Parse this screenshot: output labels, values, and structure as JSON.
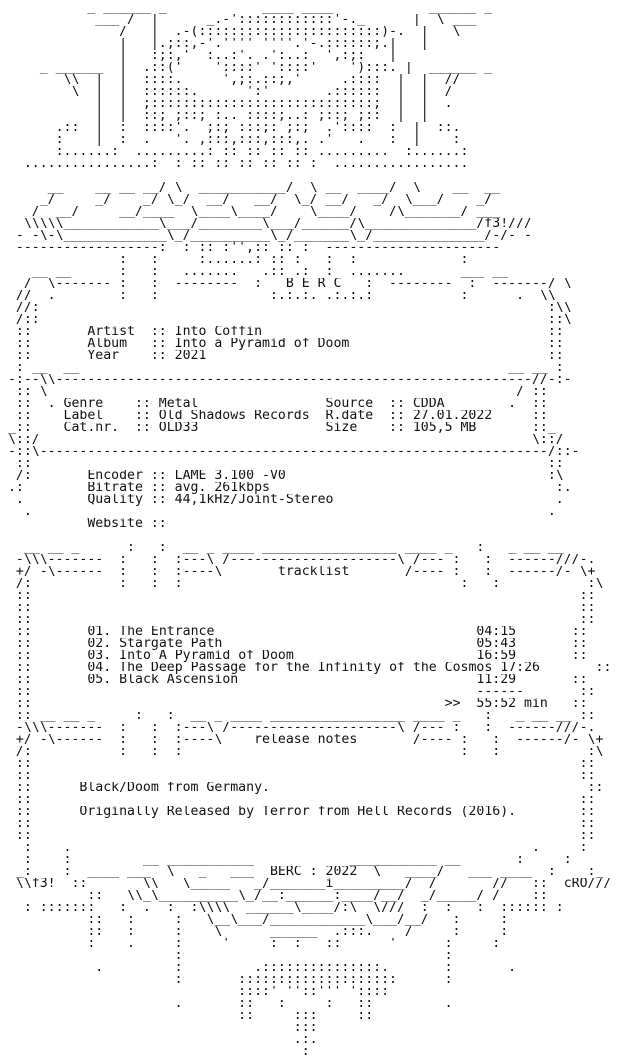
{
  "art_lines": [
    "           _ ______ _            ____ ____            ______ _",
    "            ___ /  |      _.-'::::::::::::'-._      |  \\ ___",
    "               /   |  .-(:::::::::::::::::::::::)-.  |   \\",
    "               |   |.;::,-'.'''' ''''.'-.::::::;.|   |",
    "               |   :;:,'  :..:'. .':..:  ',:;:   |",
    "     _ ______  |  .::('    '::::' '::::'    '):::. |  ______ _",
    "        \\\\  |  |  ::::.     ',;:.::;,'     .::::  |  |  //",
    "         \\  |  |  ::::::.      ':'       .::::::  |  |  /",
    "            |  |  ;::::::::::::::::::::::::::::;  |  |  .",
    "            |  |  ::; ;::; :.. ::::;..: ;::; ;::  |  |",
    "       .::  |  :  ::::'.  ;:; :::;: ;:;  .'::::  :  |  ::.",
    "       :    |  :  .   '. ,:::,:::,:::,. .'   .   :  |    :",
    "       :......:  .........: :: :: :: :: .........  :......:",
    "   ................:  : :: :: :: :: :: :  .................",
    "",
    "      __    __ __ __/ \\  ___________/  \\ __  ____/  \\    __  __",
    "     _/     _/    _/ \\_/  __/   __/  \\_/ __/   _/  \\___/    _/",
    "    /  __/     __/____  \\____\\____/    \\____/    /\\_______/ ___",
    "   \\\\\\\\\\____________\\___/________\\___/______/\\______________/f3!///",
    "  - -\\-\\_____________\\_/__________\\_/_______\\_/______________/-/- -",
    "  ------------------:  : :: :'',:: :: :  ----------------------",
    "               :   :     :......: :: :   :  :             :",
    "    __ __      :   :   .......   .:: .:  :  .......       ___ __",
    "   /  \\------- :   :  --------  :   B E R C   :  --------  :  -------/ \\",
    "  //  .        :   :              :.:.:. .:.:.:           :      .  \\\\",
    "  //:                                                                :\\\\",
    "  /::                                                                ::\\",
    "  ::       Artist  :: Into Coffin                                    ::",
    "  ::       Album   :: Into a Pyramid of Doom                         ::",
    "  ::       Year    :: 2021                                           ::",
    "  : __  __                                                      __ __ :",
    " -:--\\\\------------------------------------------------------------//-:-",
    "  :: \\                                                           / ::",
    "  ::  . Genre    :: Metal                Source  :: CDDA        .  ::",
    "  ::    Label    :: Old Shadows Records  R.date  :: 27.01.2022     ::",
    " _::    Cat.nr.  :: OLD33                Size    :: 105,5 MB       ::_",
    " \\::/                                                              \\::/",
    " -::\\----------------------------------------------------------------/::-",
    "  ::                                                                 ::",
    "  /:       Encoder :: LAME 3.100 -V0                                 :\\",
    " .:        Bitrate :: avg. 261kbps                                    :.",
    "  .        Quality :: 44,1kHz/Joint-Stereo                            .",
    "   .                                                                 .",
    "           Website ::",
    "",
    "   __ __ _      :   :  __ _ ____ _________________ ____ _   :   _ __ __",
    "  -\\\\\\-------  :   :  :---\\ /---------------------\\ /--- :   :  ------///-.",
    "  +/ -\\------  :   :  :----\\       tracklist       /---- :   :  ------/- \\+",
    "  /:           :   :  :                                   :   :           :\\",
    "  ::                                                                     ::",
    "  ::                                                                     ::",
    "  ::                                                                     ::",
    "  ::                                                                     ::",
    "  ::                                                                     ::",
    "  ::                                                                     ::",
    "  ::                                                                     ::",
    "  ::                                                                     ::",
    "  ::                                                                     ::",
    "  ::                                                                     ::",
    "  :: __ __ _     :   :  __ _ ____ _________________ ____ _   :   _ __ __ ::",
    "  -\\\\\\-------  :   :  :---\\ /---------------------\\ /--- :   :  ------///-.",
    "  +/ -\\------  :   :  :----\\    release notes       /---- :   :  ------/- \\+",
    "  /:           :   :  :                                   :   :           :\\",
    "  ::                                                                     ::",
    "  ::                                                                     ::",
    "  ::      Black/Doom from Germany.                                        ::",
    "  ::                                                                     ::",
    "  ::      Originally Released by Terror from Hell Records (2016).        ::",
    "  ::                                                                     ::",
    "  ::                                                                     ::",
    "   :    .                                                          .     :",
    "   :    :         __ ___________            ___________ __       :     :",
    "  _:    :  ____ ___  \\   _   ___  BERC : 2022  \\   ____/   ___ ____  :    :_",
    "  \\\\f3!  ::       \\\\   \\_____   _/_______i_________/  /       //   ::  cRO///",
    "           ::   \\\\_\\__________\\_/__:______:____/__/  _/_____/ /    ::",
    "   : :::::::   :  .  :  :\\\\\\\\  ______\\____/:\\  \\///  :  :   :  :::::: :",
    "           ::   :     :   \\__\\___/____________\\___/__/   :     :",
    "           ::   :     :    \\      ______  .:::.    /     :     :",
    "           :    .     :     '     :  :   ::      '      :     :",
    "                      :                                 :",
    "            .         :         .:::::::::::::::.       :       .",
    "                      :       ::::::::::::::::::::      :",
    "                              ::::' ''::''' '::::",
    "                      .       ::   :     :   ::         .",
    "                              ::     :::     ::",
    "                                     :::",
    "                                     .:.",
    "                                      :"
  ],
  "header": {
    "berc": "B E R C"
  },
  "release": {
    "artist_label": "Artist",
    "artist": "Into Coffin",
    "album_label": "Album",
    "album": "Into a Pyramid of Doom",
    "year_label": "Year",
    "year": "2021",
    "genre_label": "Genre",
    "genre": "Metal",
    "label_label": "Label",
    "label": "Old Shadows Records",
    "catnr_label": "Cat.nr.",
    "catnr": "OLD33",
    "source_label": "Source",
    "source": "CDDA",
    "rdate_label": "R.date",
    "rdate": "27.01.2022",
    "size_label": "Size",
    "size": "105,5 MB",
    "encoder_label": "Encoder",
    "encoder": "LAME 3.100 -V0",
    "bitrate_label": "Bitrate",
    "bitrate": "avg. 261kbps",
    "quality_label": "Quality",
    "quality": "44,1kHz/Joint-Stereo",
    "website_label": "Website"
  },
  "tracklist": {
    "title": "tracklist",
    "tracks": [
      {
        "no": "01.",
        "title": "The Entrance",
        "time": "04:15"
      },
      {
        "no": "02.",
        "title": "Stargate Path",
        "time": "05:43"
      },
      {
        "no": "03.",
        "title": "Into A Pyramid of Doom",
        "time": "16:59"
      },
      {
        "no": "04.",
        "title": "The Deep Passage for the Infinity of the Cosmos",
        "time": "17:26"
      },
      {
        "no": "05.",
        "title": "Black Ascension",
        "time": "11:29"
      }
    ],
    "separator": "------",
    "total_prefix": ">>",
    "total": "55:52 min"
  },
  "notes": {
    "title": "release notes",
    "line1": "Black/Doom from Germany.",
    "line2": "Originally Released by Terror from Hell Records (2016)."
  },
  "footer": {
    "group": "BERC",
    "year": "2022",
    "sig_left": "f3!",
    "sig_right": "cRO"
  }
}
